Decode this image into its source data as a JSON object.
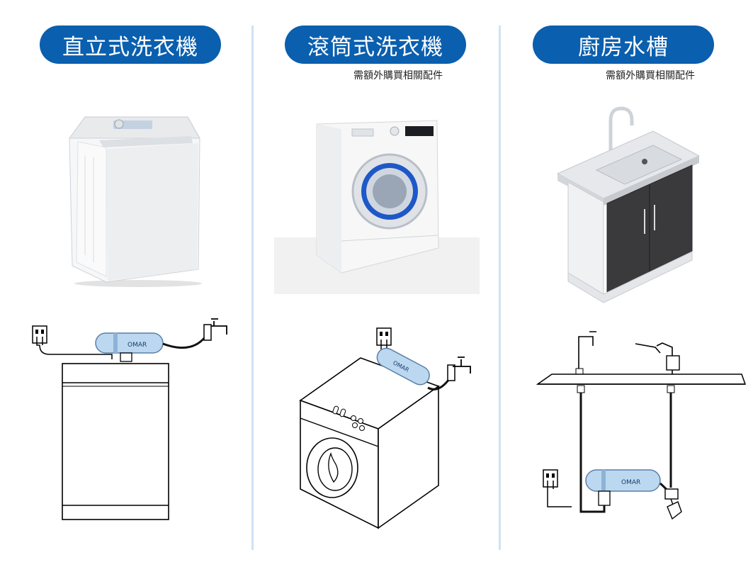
{
  "columns": [
    {
      "title": "直立式洗衣機",
      "note": ""
    },
    {
      "title": "滾筒式洗衣機",
      "note": "需額外購買相關配件"
    },
    {
      "title": "廚房水槽",
      "note": "需額外購買相關配件"
    }
  ],
  "brand_label": "OMAR",
  "colors": {
    "pill": "#0a5fae",
    "divider": "#cfe3f3",
    "filter": "#bcd8f0",
    "cabinet": "#3a3a3c"
  }
}
